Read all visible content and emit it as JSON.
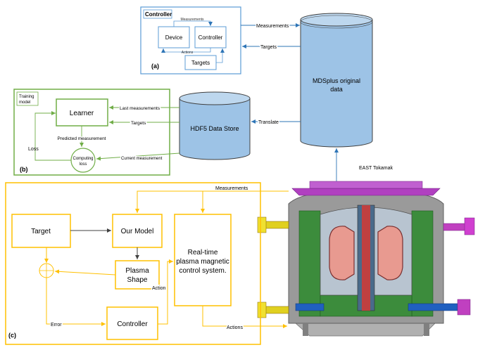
{
  "panel_a": {
    "title": "Controller",
    "device": "Device",
    "controller": "Controller",
    "targets_box": "Targets",
    "measurements_small": "Measurements",
    "actions_small": "Actions",
    "tag": "(a)"
  },
  "mdsplus": {
    "label_line1": "MDSplus original",
    "label_line2": "data",
    "measurements": "Measurements",
    "targets": "Targets",
    "translate": "Translate"
  },
  "panel_b": {
    "title_line1": "Training",
    "title_line2": "model",
    "learner": "Learner",
    "predicted": "Predicted measurement",
    "loss": "Loss",
    "computing_line1": "Computing",
    "computing_line2": "loss",
    "last_measurements": "Last measurements",
    "targets": "Targets",
    "current_measurement": "Current measurement",
    "tag": "(b)"
  },
  "hdf5": {
    "label": "HDF5 Data Store"
  },
  "east": {
    "label": "EAST Tokamak"
  },
  "panel_c": {
    "target": "Target",
    "our_model": "Our Model",
    "plasma_line1": "Plasma",
    "plasma_line2": "Shape",
    "realtime_line1": "Real-time",
    "realtime_line2": "plasma magnetic",
    "realtime_line3": "control system.",
    "controller": "Controller",
    "measurements": "Measurements",
    "actions": "Actions",
    "action": "Action",
    "error": "Error",
    "tag": "(c)"
  },
  "colors": {
    "panel_a": "#5b9bd5",
    "panel_b": "#70ad47",
    "panel_c": "#ffc000",
    "cylinder_fill": "#9dc3e6",
    "arrow": "#2e75b6"
  }
}
